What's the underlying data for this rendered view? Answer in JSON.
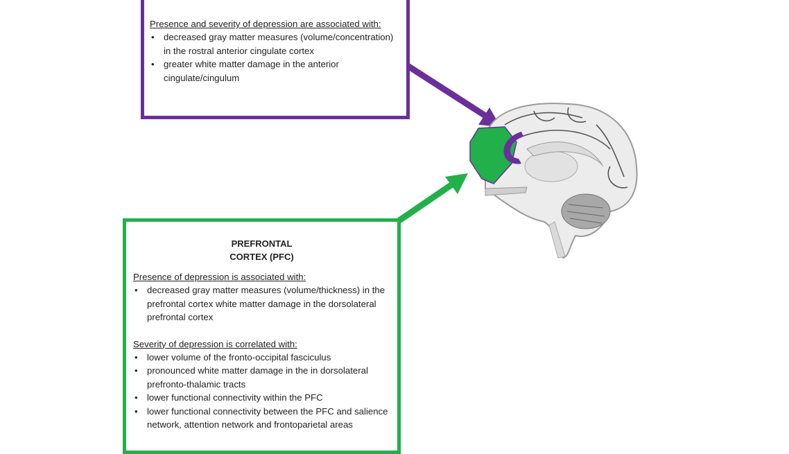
{
  "acc_box": {
    "heading": "Presence and severity of depression are associated with:",
    "items": [
      "decreased gray matter measures (volume/concentration) in the rostral anterior cingulate cortex",
      " greater white matter damage in the anterior cingulate/cingulum"
    ],
    "color": "#6a2f9a"
  },
  "pfc_box": {
    "title_line1": "PREFRONTAL",
    "title_line2": "CORTEX (PFC)",
    "presence_heading": "Presence of depression is associated with:",
    "presence_items": [
      "decreased gray matter measures (volume/thickness) in the prefrontal cortex white matter damage in the dorsolateral prefrontal cortex"
    ],
    "severity_heading": "Severity of depression is correlated with:",
    "severity_items": [
      "lower volume of the fronto-occipital fasciculus",
      "pronounced white matter damage in the in dorsolateral prefronto-thalamic tracts",
      "lower functional connectivity within the PFC",
      "lower functional connectivity between the  PFC and salience network, attention network and frontoparietal areas"
    ],
    "color": "#22b04b"
  }
}
